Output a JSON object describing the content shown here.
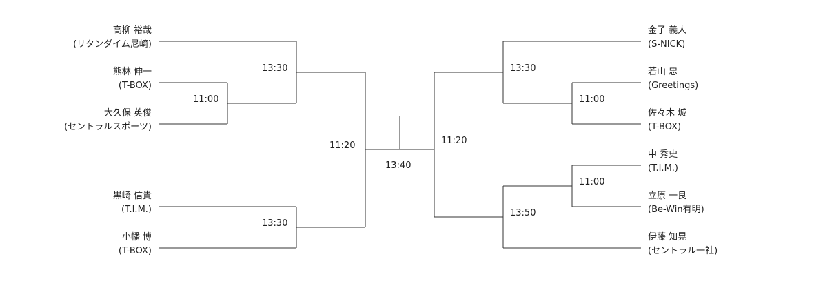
{
  "bracket": {
    "left_players": [
      {
        "name": "高柳 裕哉",
        "team": "(リタンダイム尼崎)"
      },
      {
        "name": "熊林 伸一",
        "team": "(T-BOX)"
      },
      {
        "name": "大久保 英俊",
        "team": "(セントラルスポーツ)"
      },
      {
        "name": "黒崎 信貴",
        "team": "(T.I.M.)"
      },
      {
        "name": "小幡 博",
        "team": "(T-BOX)"
      }
    ],
    "right_players": [
      {
        "name": "金子 義人",
        "team": "(S-NICK)"
      },
      {
        "name": "若山 忠",
        "team": "(Greetings)"
      },
      {
        "name": "佐々木 城",
        "team": "(T-BOX)"
      },
      {
        "name": "中 秀史",
        "team": "(T.I.M.)"
      },
      {
        "name": "立原 一良",
        "team": "(Be-Win有明)"
      },
      {
        "name": "伊藤 知晃",
        "team": "(セントラル一社)"
      }
    ],
    "times": {
      "left_r1": "11:00",
      "left_r2_top": "13:30",
      "left_r2_bottom": "13:30",
      "left_semi": "11:20",
      "final": "13:40",
      "right_semi": "11:20",
      "right_r2_top": "13:30",
      "right_r1_top": "11:00",
      "right_r1_bottom": "11:00",
      "right_r2_bottom": "13:50"
    }
  }
}
